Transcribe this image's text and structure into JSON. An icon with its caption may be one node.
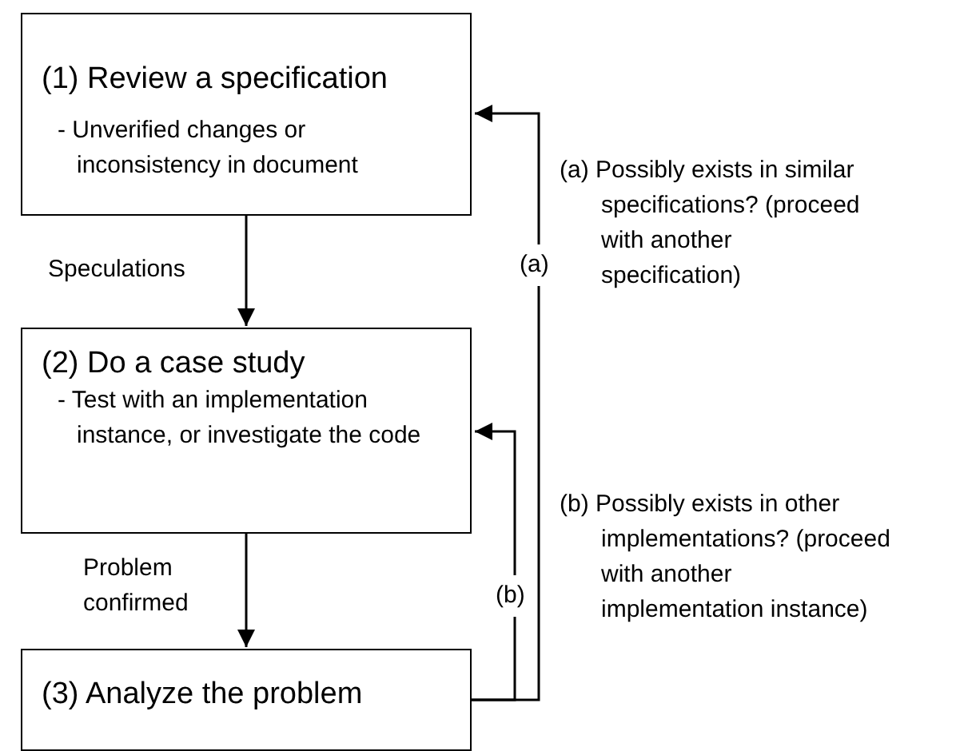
{
  "diagram": {
    "nodes": [
      {
        "text": [
          "(1) Review a specification",
          "- Unverified changes or inconsistency in document"
        ]
      },
      {
        "text": [
          "(2) Do a case study",
          "- Test with an implementation instance, or investigate the code"
        ]
      },
      {
        "text": [
          "(3) Analyze the problem"
        ]
      }
    ],
    "edges": [
      {
        "from": 0,
        "to": 1,
        "arrow": "to",
        "label": "Speculations"
      },
      {
        "from": 1,
        "to": 2,
        "arrow": "to",
        "label": "Problem confirmed"
      },
      {
        "from": 2,
        "to": 0,
        "arrow": "to",
        "label": "(a)"
      },
      {
        "from": 2,
        "to": 1,
        "arrow": "to",
        "label": "(b)"
      }
    ],
    "labels": [
      "(a) Possibly exists in similar specifications? (proceed with another specification)",
      "(b) Possibly exists in other implementations? (proceed with another implementation instance)"
    ]
  }
}
